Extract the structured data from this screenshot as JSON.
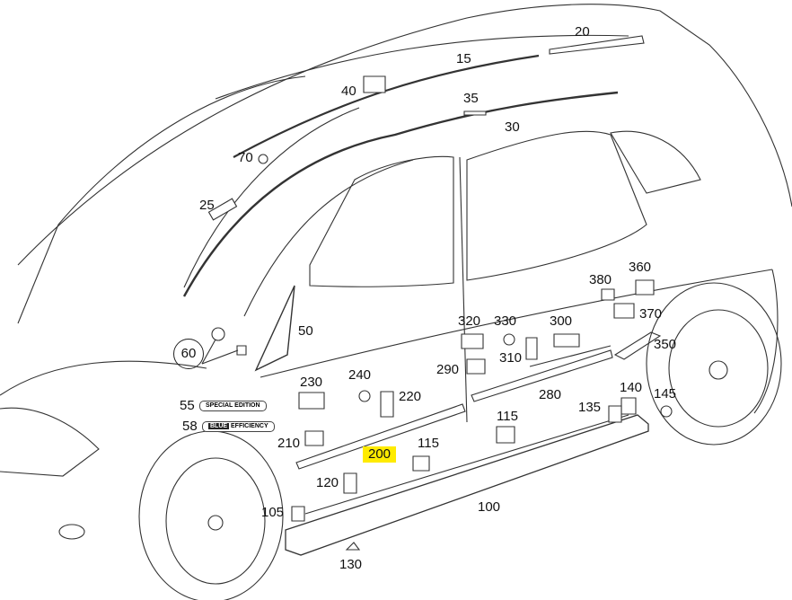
{
  "diagram": {
    "labels": [
      {
        "id": "20",
        "text": "20"
      },
      {
        "id": "15",
        "text": "15"
      },
      {
        "id": "40",
        "text": "40"
      },
      {
        "id": "35",
        "text": "35"
      },
      {
        "id": "30",
        "text": "30"
      },
      {
        "id": "70",
        "text": "70"
      },
      {
        "id": "25",
        "text": "25"
      },
      {
        "id": "380",
        "text": "380"
      },
      {
        "id": "360",
        "text": "360"
      },
      {
        "id": "370",
        "text": "370"
      },
      {
        "id": "320",
        "text": "320"
      },
      {
        "id": "330",
        "text": "330"
      },
      {
        "id": "300",
        "text": "300"
      },
      {
        "id": "350",
        "text": "350"
      },
      {
        "id": "50",
        "text": "50"
      },
      {
        "id": "290",
        "text": "290"
      },
      {
        "id": "310",
        "text": "310"
      },
      {
        "id": "230",
        "text": "230"
      },
      {
        "id": "240",
        "text": "240"
      },
      {
        "id": "220",
        "text": "220"
      },
      {
        "id": "280",
        "text": "280"
      },
      {
        "id": "140",
        "text": "140"
      },
      {
        "id": "145",
        "text": "145"
      },
      {
        "id": "55",
        "text": "55"
      },
      {
        "id": "135",
        "text": "135"
      },
      {
        "id": "58",
        "text": "58"
      },
      {
        "id": "115a",
        "text": "115"
      },
      {
        "id": "210",
        "text": "210"
      },
      {
        "id": "115b",
        "text": "115"
      },
      {
        "id": "200",
        "text": "200"
      },
      {
        "id": "120",
        "text": "120"
      },
      {
        "id": "105",
        "text": "105"
      },
      {
        "id": "100",
        "text": "100"
      },
      {
        "id": "130",
        "text": "130"
      },
      {
        "id": "60",
        "text": "60"
      }
    ],
    "badges": {
      "special_edition": "SPECIAL EDITION",
      "blue": "BLUE",
      "efficiency": "EFFICIENCY"
    },
    "highlight_color": "#ffeb00"
  }
}
